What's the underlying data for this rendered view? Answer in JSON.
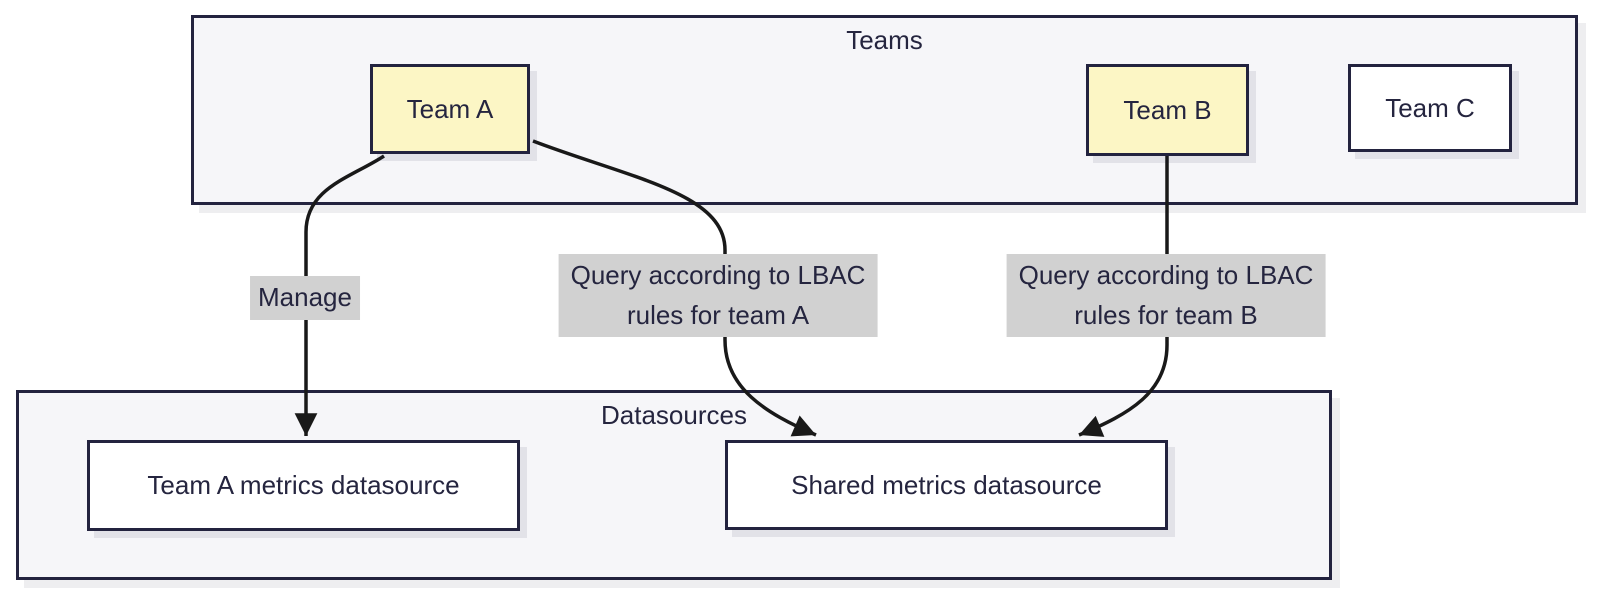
{
  "clusters": [
    {
      "id": "teams",
      "title": "Teams",
      "nodes": [
        {
          "id": "team-a",
          "label": "Team A",
          "style": "highlighted",
          "fill": "#fcf6c5"
        },
        {
          "id": "team-b",
          "label": "Team B",
          "style": "highlighted",
          "fill": "#fcf6c5"
        },
        {
          "id": "team-c",
          "label": "Team C",
          "style": "default",
          "fill": "#ffffff"
        }
      ]
    },
    {
      "id": "datasources",
      "title": "Datasources",
      "nodes": [
        {
          "id": "team-a-metrics",
          "label": "Team A metrics datasource",
          "style": "default",
          "fill": "#ffffff"
        },
        {
          "id": "shared-metrics",
          "label": "Shared metrics datasource",
          "style": "default",
          "fill": "#ffffff"
        }
      ]
    }
  ],
  "edges": [
    {
      "from": "team-a",
      "to": "team-a-metrics",
      "label_lines": [
        "Manage"
      ]
    },
    {
      "from": "team-a",
      "to": "shared-metrics",
      "label_lines": [
        "Query according to LBAC",
        "rules for team A"
      ]
    },
    {
      "from": "team-b",
      "to": "shared-metrics",
      "label_lines": [
        "Query according to LBAC",
        "rules for team B"
      ]
    }
  ],
  "colors": {
    "highlight_node_fill": "#fcf6c5",
    "node_fill": "#ffffff",
    "cluster_fill": "#f6f6f9",
    "border": "#23233f",
    "edge_label_bg": "#d1d1d1",
    "arrow": "#191919",
    "text": "#25253f"
  }
}
